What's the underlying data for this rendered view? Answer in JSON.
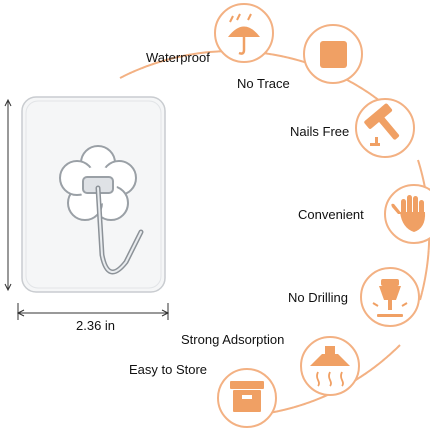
{
  "features": [
    {
      "label": "Waterproof",
      "icon": "umbrella-icon"
    },
    {
      "label": "No Trace",
      "icon": "square-icon"
    },
    {
      "label": "Nails Free",
      "icon": "hammer-icon"
    },
    {
      "label": "Convenient",
      "icon": "hand-icon"
    },
    {
      "label": "No Drilling",
      "icon": "drill-icon"
    },
    {
      "label": "Strong Adsorption",
      "icon": "range-hood-icon"
    },
    {
      "label": "Easy to Store",
      "icon": "storage-box-icon"
    }
  ],
  "dimension": {
    "width_label": "2.36 in"
  },
  "colors": {
    "accent": "#f0a064",
    "arc": "#f3b183",
    "hook_outline": "#9aa0a6"
  }
}
